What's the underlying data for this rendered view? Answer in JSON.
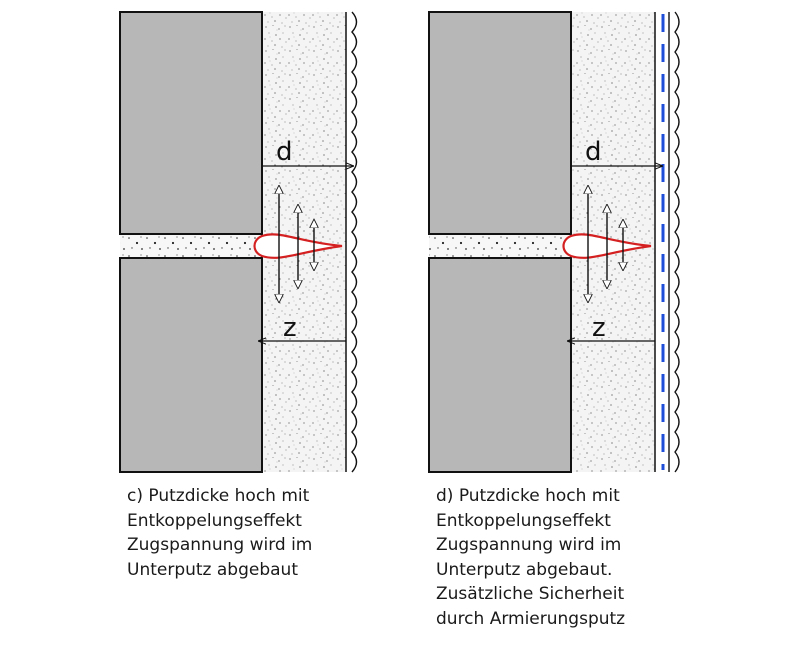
{
  "panels": {
    "c": {
      "dim_top": "d",
      "dim_bottom": "z",
      "caption_lines": [
        "c) Putzdicke hoch mit",
        "Entkoppelungseffekt",
        "Zugspannung wird im",
        "Unterputz abgebaut"
      ]
    },
    "d": {
      "dim_top": "d",
      "dim_bottom": "z",
      "caption_lines": [
        "d) Putzdicke hoch mit",
        "Entkoppelungseffekt",
        "Zugspannung wird im",
        "Unterputz abgebaut.",
        "Zusätzliche Sicherheit",
        "durch Armierungsputz"
      ]
    }
  },
  "colors": {
    "brick": "#b7b7b7",
    "plaster": "#f2f2f2",
    "crack_curve": "#d42020",
    "reinforcement_mesh": "#1f4fd8",
    "line": "#111111"
  }
}
